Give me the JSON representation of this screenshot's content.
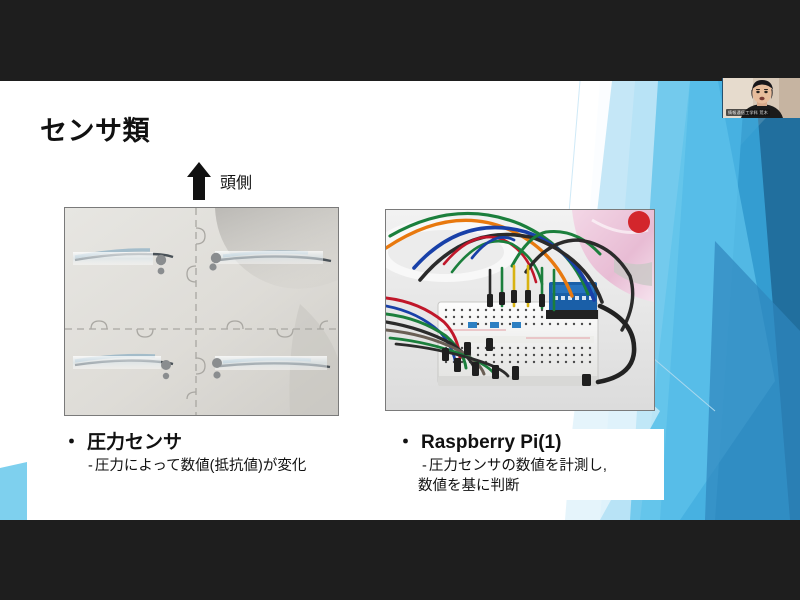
{
  "meeting": {
    "webcam": {
      "name_label": "情報通信工学科 荒木",
      "icon": "webcam-self-view"
    },
    "letterbox_color": "#1e1e1e"
  },
  "slide": {
    "title": "センサ類",
    "background_color": "#ffffff",
    "accent_colors": {
      "light_blue": "#7ed0ee",
      "pale_blue": "#bfe4f6",
      "mid_blue": "#3aa9dd",
      "deep_blue": "#2e74a8",
      "steel_blue": "#1f6e9c"
    },
    "direction_marker": {
      "arrow_icon": "arrow-up-icon",
      "label": "頭側"
    },
    "figures": [
      {
        "id": "pressure-sensor-photo",
        "alt": "床マットに貼り付けた圧力センサの写真",
        "caption": {
          "bullet": "・",
          "heading": "圧力センサ",
          "sub_dash": "-",
          "sub_lines": [
            "圧力によって数値(抵抗値)が変化"
          ]
        }
      },
      {
        "id": "raspberry-pi-photo",
        "alt": "ブレッドボードと配線の写真",
        "caption": {
          "bullet": "・",
          "heading": "Raspberry Pi(1)",
          "sub_dash": "-",
          "sub_lines": [
            "圧力センサの数値を計測し,",
            "数値を基に判断"
          ]
        }
      }
    ]
  }
}
